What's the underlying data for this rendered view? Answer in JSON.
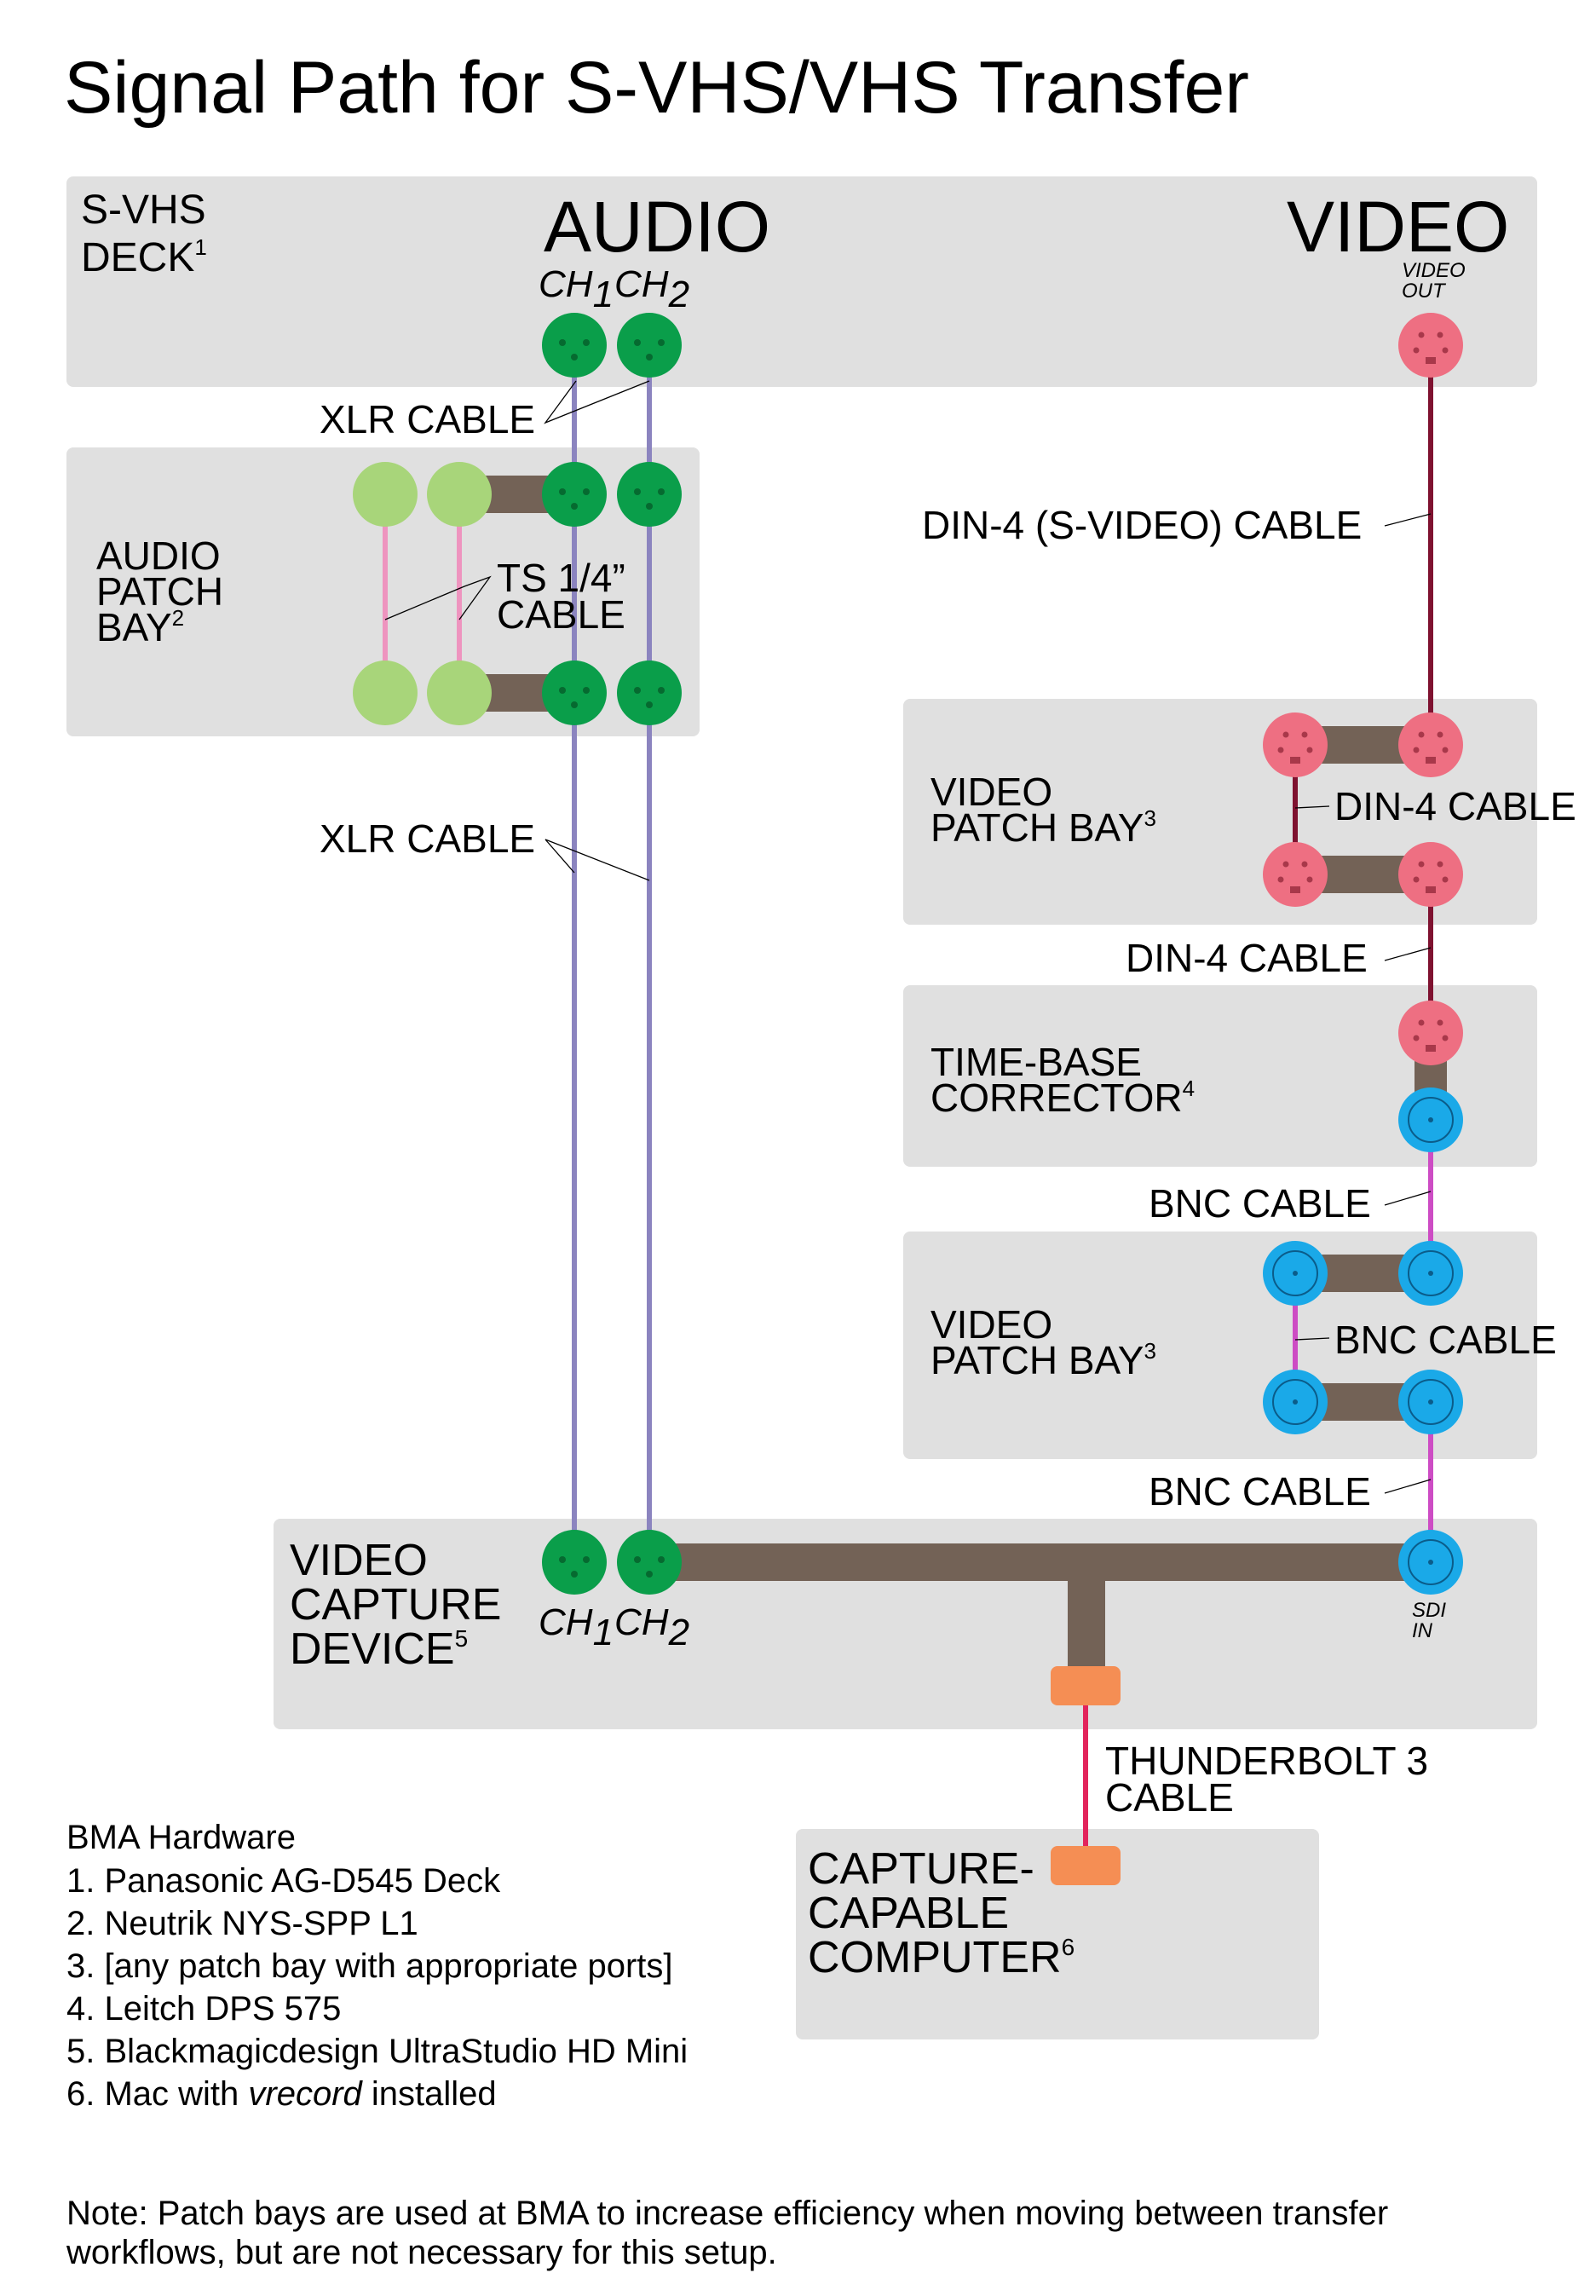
{
  "title": "Signal Path for S-VHS/VHS Transfer",
  "deck": {
    "label_line1": "S-VHS",
    "label_line2": "DECK",
    "sup": "1"
  },
  "audio_heading": "AUDIO",
  "video_heading": "VIDEO",
  "ch1": "CH",
  "ch1_sub": "1",
  "ch2": "CH",
  "ch2_sub": "2",
  "video_out_line1": "VIDEO",
  "video_out_line2": "OUT",
  "xlr_cable_top": "XLR CABLE",
  "xlr_cable_mid": "XLR CABLE",
  "audio_patch": {
    "line1": "AUDIO",
    "line2": "PATCH",
    "line3": "BAY",
    "sup": "2"
  },
  "ts_cable_line1": "TS 1/4”",
  "ts_cable_line2": "CABLE",
  "din4_svideo_cable": "DIN-4 (S-VIDEO) CABLE",
  "video_patch_1": {
    "line1": "VIDEO",
    "line2": "PATCH BAY",
    "sup": "3"
  },
  "din4_cable_patch": "DIN-4 CABLE",
  "din4_cable_tbc": "DIN-4 CABLE",
  "tbc": {
    "line1": "TIME-BASE",
    "line2": "CORRECTOR",
    "sup": "4"
  },
  "bnc_cable_tbc": "BNC CABLE",
  "video_patch_2": {
    "line1": "VIDEO",
    "line2": "PATCH BAY",
    "sup": "3"
  },
  "bnc_cable_patch": "BNC CABLE",
  "bnc_cable_capture": "BNC CABLE",
  "capture": {
    "line1": "VIDEO",
    "line2": "CAPTURE",
    "line3": "DEVICE",
    "sup": "5"
  },
  "sdi_in_line1": "SDI",
  "sdi_in_line2": "IN",
  "thunderbolt_line1": "THUNDERBOLT 3",
  "thunderbolt_line2": "CABLE",
  "computer": {
    "line1": "CAPTURE-",
    "line2": "CAPABLE",
    "line3": "COMPUTER",
    "sup": "6"
  },
  "hardware": {
    "heading": "BMA Hardware",
    "items": [
      "1. Panasonic AG-D545 Deck",
      "2. Neutrik NYS-SPP L1",
      "3. [any patch bay with appropriate ports]",
      "4. Leitch DPS 575",
      "5. Blackmagicdesign UltraStudio HD Mini"
    ],
    "item6_prefix": "6. Mac with ",
    "item6_em": "vrecord",
    "item6_suffix": " installed"
  },
  "note_line1": "Note: Patch bays are used at BMA to increase efficiency when moving between transfer",
  "note_line2": "workflows, but are not necessary for this setup.",
  "colors": {
    "box": "#e0e0e0",
    "xlr_green": "#0a9e4a",
    "ts_green": "#a8d57a",
    "din_pink": "#ee6f82",
    "bnc_blue": "#1aa9e8",
    "link_brown": "#736256",
    "xlr_cable": "#8b84bf",
    "ts_cable": "#ee94bf",
    "din_cable": "#7f1230",
    "bnc_cable": "#cd4cc4",
    "thunderbolt_cable": "#e2245c",
    "thunderbolt_port": "#f58e54"
  }
}
